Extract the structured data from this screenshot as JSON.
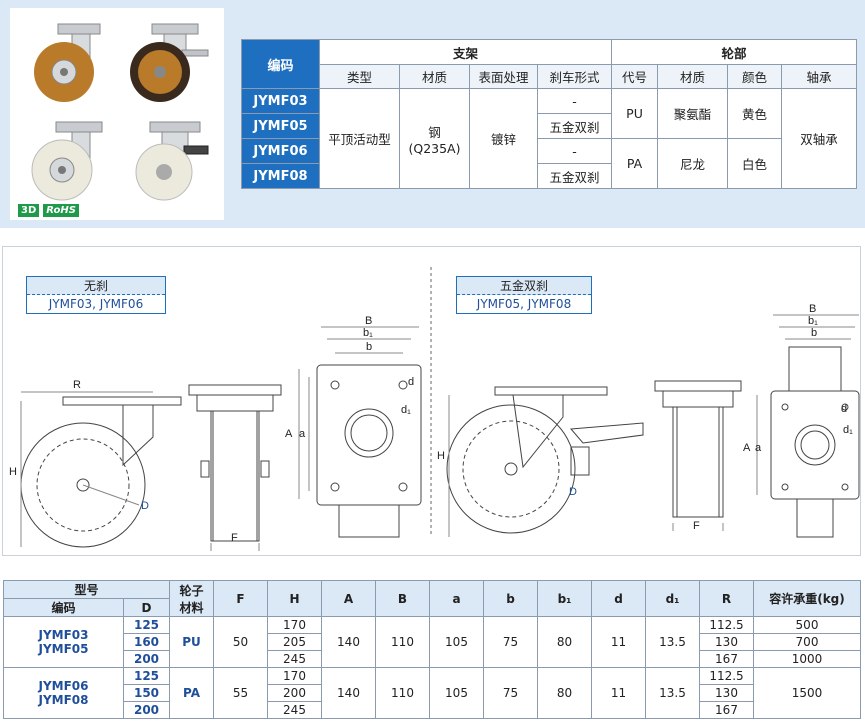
{
  "badges": {
    "three_d": "3D",
    "rohs": "RoHS"
  },
  "spec_table": {
    "code_header": "编码",
    "bracket_group": "支架",
    "wheel_group": "轮部",
    "sub_headers": [
      "类型",
      "材质",
      "表面处理",
      "刹车形式",
      "代号",
      "材质",
      "颜色",
      "轴承"
    ],
    "codes": [
      "JYMF03",
      "JYMF05",
      "JYMF06",
      "JYMF08"
    ],
    "type": "平顶活动型",
    "material": "钢\n(Q235A)",
    "material_line1": "钢",
    "material_line2": "(Q235A)",
    "surface": "镀锌",
    "brakes": [
      "-",
      "五金双刹",
      "-",
      "五金双刹"
    ],
    "wheel_codes": [
      "PU",
      "PA"
    ],
    "wheel_materials": [
      "聚氨酯",
      "尼龙"
    ],
    "colors": [
      "黄色",
      "白色"
    ],
    "bearing": "双轴承"
  },
  "drawing": {
    "legend_no_brake": {
      "title": "无刹",
      "codes": "JYMF03, JYMF06"
    },
    "legend_brake": {
      "title": "五金双刹",
      "codes": "JYMF05, JYMF08"
    },
    "labels": {
      "R": "R",
      "H": "H",
      "D": "D",
      "F": "F",
      "A": "A",
      "a": "a",
      "B": "B",
      "b1": "b₁",
      "b": "b",
      "d": "d",
      "d1": "d₁"
    }
  },
  "dim_table": {
    "headers": {
      "model": "型号",
      "code": "编码",
      "D": "D",
      "wheel_material": "轮子\n材料",
      "wheel_material_l1": "轮子",
      "wheel_material_l2": "材料",
      "F": "F",
      "H": "H",
      "A": "A",
      "B": "B",
      "a": "a",
      "b": "b",
      "b1": "b₁",
      "d": "d",
      "d1": "d₁",
      "R": "R",
      "load": "容许承重(kg)"
    },
    "groups": [
      {
        "codes": [
          "JYMF03",
          "JYMF05"
        ],
        "material": "PU",
        "F": "50",
        "A": "140",
        "B": "110",
        "a": "105",
        "b": "75",
        "b1": "80",
        "d": "11",
        "d1": "13.5",
        "rows": [
          {
            "D": "125",
            "H": "170",
            "R": "112.5",
            "load": "500"
          },
          {
            "D": "160",
            "H": "205",
            "R": "130",
            "load": "700"
          },
          {
            "D": "200",
            "H": "245",
            "R": "167",
            "load": "1000"
          }
        ]
      },
      {
        "codes": [
          "JYMF06",
          "JYMF08"
        ],
        "material": "PA",
        "F": "55",
        "A": "140",
        "B": "110",
        "a": "105",
        "b": "75",
        "b1": "80",
        "d": "11",
        "d1": "13.5",
        "load": "1500",
        "rows": [
          {
            "D": "125",
            "H": "170",
            "R": "112.5"
          },
          {
            "D": "150",
            "H": "200",
            "R": "130"
          },
          {
            "D": "200",
            "H": "245",
            "R": "167"
          }
        ]
      }
    ]
  }
}
